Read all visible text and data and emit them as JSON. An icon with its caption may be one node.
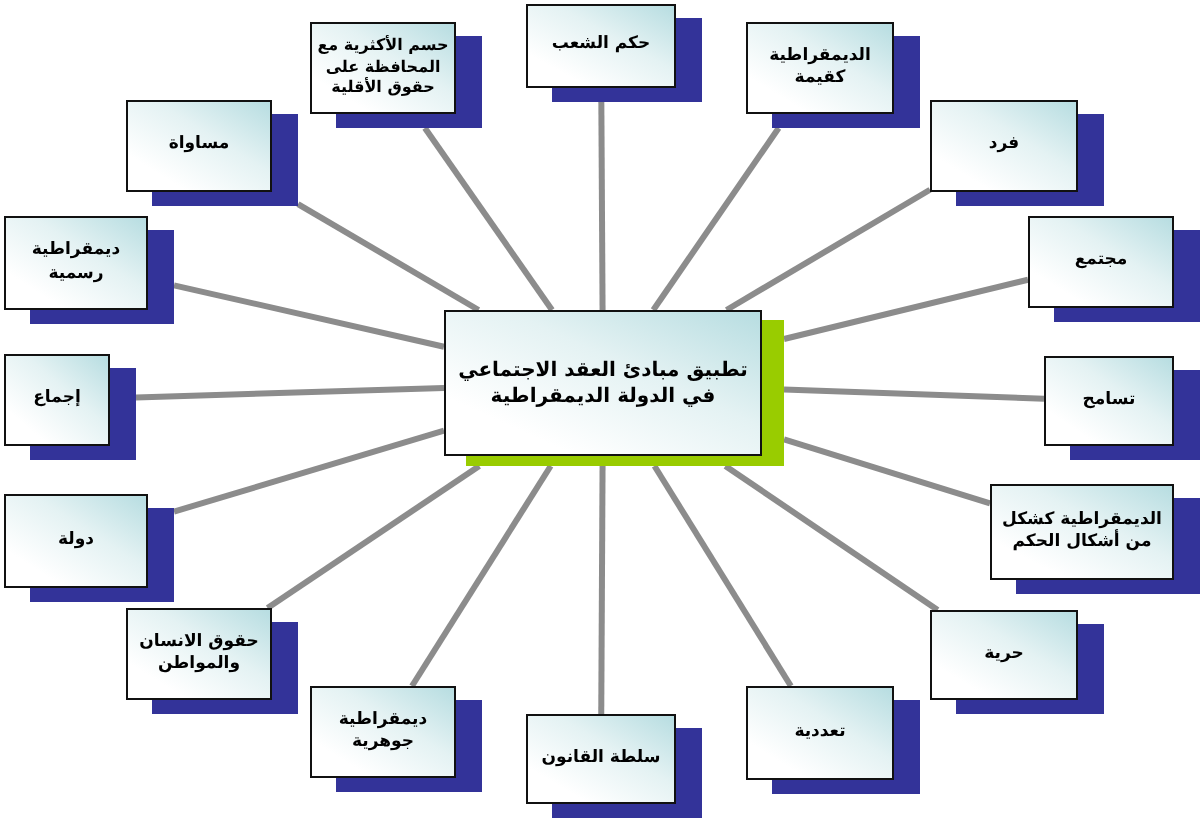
{
  "diagram": {
    "nodes": [
      {
        "text": [
          "تطبيق مبادئ العقد الاجتماعي في الدولة الديمقراطية"
        ]
      },
      {
        "text": [
          "حكم الشعب"
        ]
      },
      {
        "text": [
          "الديمقراطية كقيمة"
        ]
      },
      {
        "text": [
          "فرد"
        ]
      },
      {
        "text": [
          "مجتمع"
        ]
      },
      {
        "text": [
          "تسامح"
        ]
      },
      {
        "text": [
          "الديمقراطية كشكل من أشكال الحكم"
        ]
      },
      {
        "text": [
          "حرية"
        ]
      },
      {
        "text": [
          "تعددية"
        ]
      },
      {
        "text": [
          "سلطة القانون"
        ]
      },
      {
        "text": [
          "ديمقراطية جوهرية"
        ]
      },
      {
        "text": [
          "حقوق الانسان والمواطن"
        ]
      },
      {
        "text": [
          "دولة"
        ]
      },
      {
        "text": [
          "إجماع"
        ]
      },
      {
        "text": [
          "ديمقراطية رسمية"
        ]
      },
      {
        "text": [
          "مساواة"
        ]
      },
      {
        "text": [
          "حسم الأكثرية مع المحافظة على حقوق الأقلية"
        ]
      }
    ],
    "edges": [
      {
        "from": 0,
        "to": 1,
        "arrow": "none"
      },
      {
        "from": 0,
        "to": 2,
        "arrow": "none"
      },
      {
        "from": 0,
        "to": 3,
        "arrow": "none"
      },
      {
        "from": 0,
        "to": 4,
        "arrow": "none"
      },
      {
        "from": 0,
        "to": 5,
        "arrow": "none"
      },
      {
        "from": 0,
        "to": 6,
        "arrow": "none"
      },
      {
        "from": 0,
        "to": 7,
        "arrow": "none"
      },
      {
        "from": 0,
        "to": 8,
        "arrow": "none"
      },
      {
        "from": 0,
        "to": 9,
        "arrow": "none"
      },
      {
        "from": 0,
        "to": 10,
        "arrow": "none"
      },
      {
        "from": 0,
        "to": 11,
        "arrow": "none"
      },
      {
        "from": 0,
        "to": 12,
        "arrow": "none"
      },
      {
        "from": 0,
        "to": 13,
        "arrow": "none"
      },
      {
        "from": 0,
        "to": 14,
        "arrow": "none"
      },
      {
        "from": 0,
        "to": 15,
        "arrow": "none"
      },
      {
        "from": 0,
        "to": 16,
        "arrow": "none"
      }
    ]
  }
}
